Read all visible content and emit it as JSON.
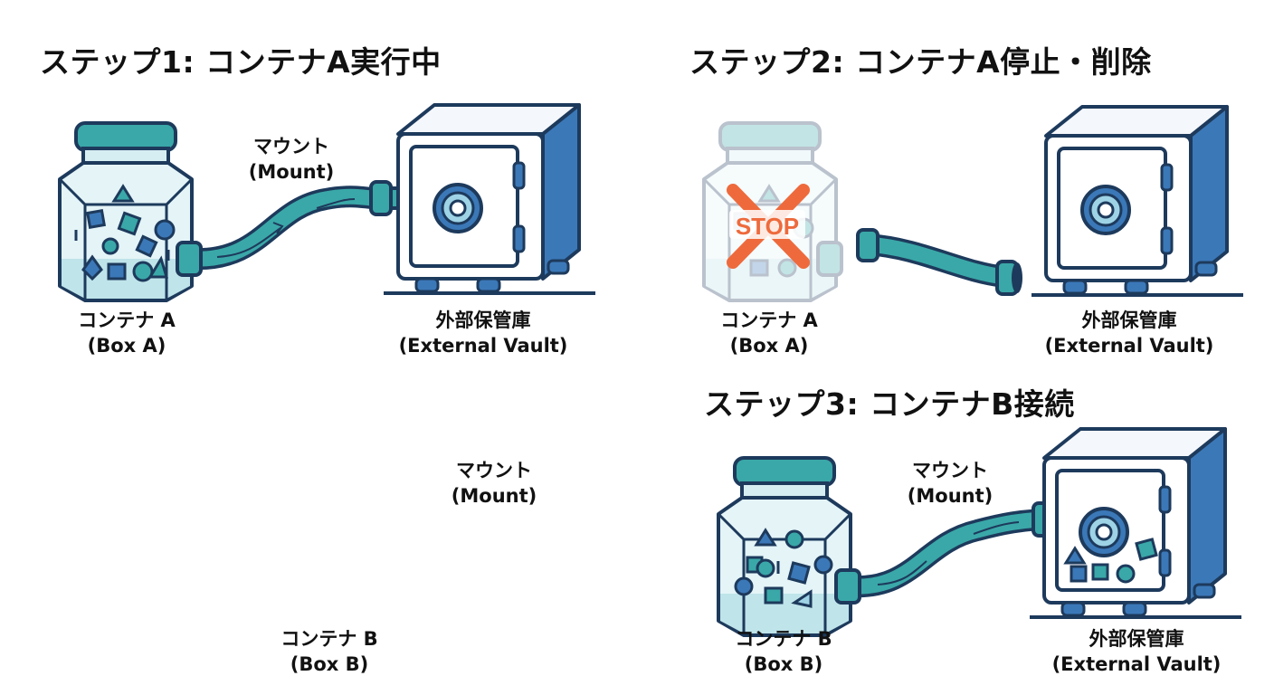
{
  "step1": {
    "heading": "ステップ1: コンテナA実行中",
    "mount": {
      "jp": "マウント",
      "en": "(Mount)"
    },
    "container": {
      "jp": "コンテナ A",
      "en": "(Box A)"
    },
    "vault": {
      "jp": "外部保管庫",
      "en": "(External Vault)"
    }
  },
  "step2": {
    "heading": "ステップ2: コンテナA停止・削除",
    "stop_sign": "STOP",
    "container": {
      "jp": "コンテナ A",
      "en": "(Box A)"
    },
    "vault": {
      "jp": "外部保管庫",
      "en": "(External Vault)"
    }
  },
  "step3": {
    "heading": "ステップ3: コンテナB接続",
    "mount": {
      "jp": "マウント",
      "en": "(Mount)"
    },
    "container": {
      "jp": "コンテナ B",
      "en": "(Box B)"
    },
    "vault": {
      "jp": "外部保管庫",
      "en": "(External Vault)"
    }
  },
  "stray_labels": {
    "mount": {
      "jp": "マウント",
      "en": "(Mount)"
    },
    "container": {
      "jp": "コンテナ B",
      "en": "(Box B)"
    }
  },
  "colors": {
    "outline": "#1d3a5c",
    "teal": "#3aa8a8",
    "blue": "#3b78b8",
    "glass": "#d6eef2",
    "stop": "#ee6a3c"
  }
}
